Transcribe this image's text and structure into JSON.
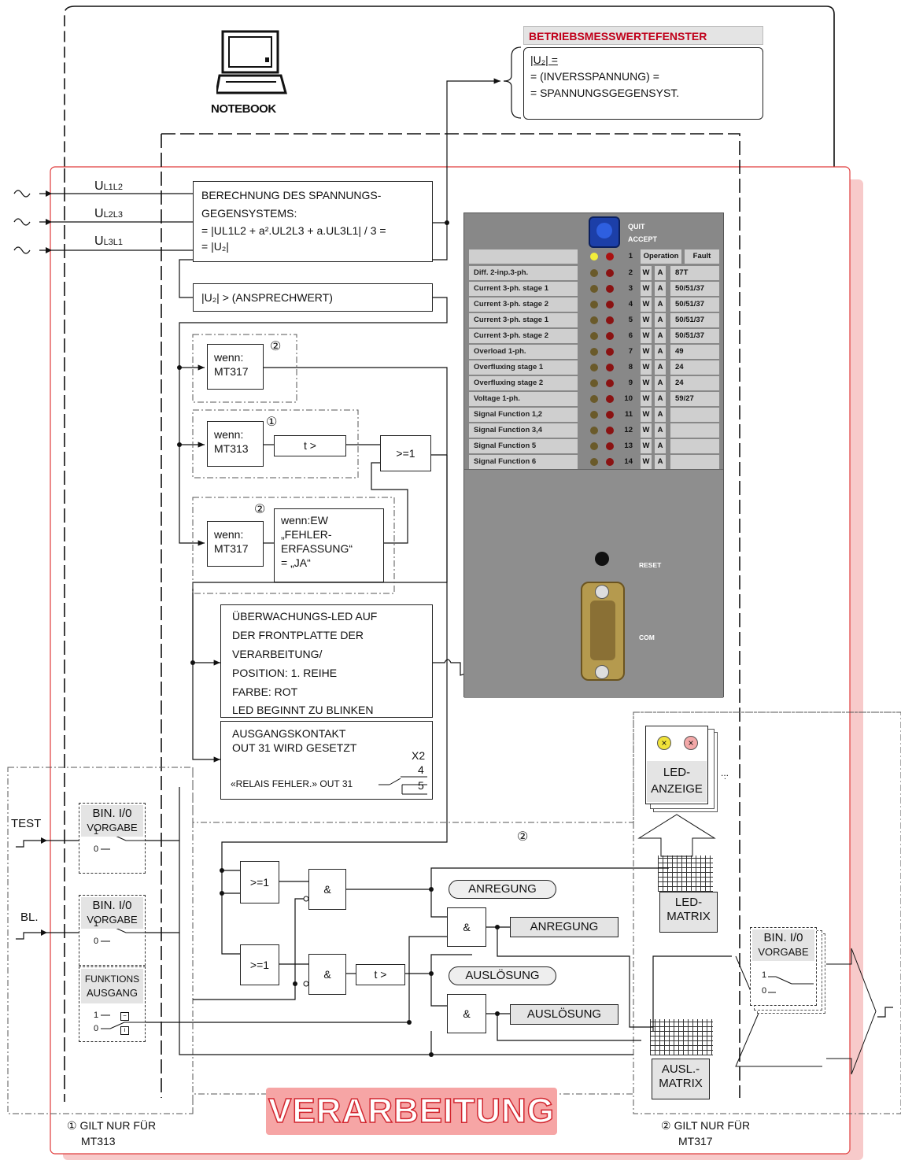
{
  "notebook": {
    "label": "NOTEBOOK"
  },
  "window_box": {
    "title": "BETRIEBSMESSWERTEFENSTER",
    "line1": "|U₂| =",
    "line2": "= (INVERSSPANNUNG) =",
    "line3": "= SPANNUNGSGEGENSYST."
  },
  "inputs": [
    {
      "label": "UL1L2",
      "main": "U",
      "sub": "L1L2"
    },
    {
      "label": "UL2L3",
      "main": "U",
      "sub": "L2L3"
    },
    {
      "label": "UL3L1",
      "main": "U",
      "sub": "L3L1"
    }
  ],
  "calc_box": {
    "line1": "BERECHNUNG DES SPANNUNGS-",
    "line2": "GEGENSYSTEMS:",
    "line3": "= |UL1L2 + a².UL2L3 + a.UL3L1| / 3 =",
    "line4": "= |U₂|"
  },
  "threshold_box": {
    "text": "|U₂| > (ANSPRECHWERT)"
  },
  "cond_blocks": {
    "wenn_label": "wenn:",
    "mt317": "MT317",
    "mt313": "MT313",
    "timer": "t >",
    "or_gate": ">=1",
    "ew_line1": "wenn:EW",
    "ew_line2": "„FEHLER-",
    "ew_line3": "ERFASSUNG“",
    "ew_line4": "= „JA“"
  },
  "led_box": {
    "line1": "ÜBERWACHUNGS-LED AUF",
    "line2": "DER FRONTPLATTE DER",
    "line3": "VERARBEITUNG/",
    "line4": "POSITION: 1. REIHE",
    "line5": "FARBE: ROT",
    "line6": "LED BEGINNT ZU BLINKEN"
  },
  "out_box": {
    "line1": "AUSGANGSKONTAKT",
    "line2": "OUT 31 WIRD GESETZT",
    "relay": "«RELAIS FEHLER.»  OUT 31",
    "x2": "X2",
    "pin4": "4",
    "pin5": "5"
  },
  "device_panel": {
    "quit": "QUIT",
    "accept": "ACCEPT",
    "header_num": "1",
    "header_operation": "Operation",
    "header_fault": "Fault",
    "reset": "RESET",
    "com": "COM",
    "rows": [
      {
        "label": "Diff. 2-inp.3-ph.",
        "num": "2",
        "w": "W",
        "a": "A",
        "fault": "87T"
      },
      {
        "label": "Current 3-ph. stage 1",
        "num": "3",
        "w": "W",
        "a": "A",
        "fault": "50/51/37"
      },
      {
        "label": "Current 3-ph. stage 2",
        "num": "4",
        "w": "W",
        "a": "A",
        "fault": "50/51/37"
      },
      {
        "label": "Current 3-ph. stage 1",
        "num": "5",
        "w": "W",
        "a": "A",
        "fault": "50/51/37"
      },
      {
        "label": "Current 3-ph. stage 2",
        "num": "6",
        "w": "W",
        "a": "A",
        "fault": "50/51/37"
      },
      {
        "label": "Overload 1-ph.",
        "num": "7",
        "w": "W",
        "a": "A",
        "fault": "49"
      },
      {
        "label": "Overfluxing stage 1",
        "num": "8",
        "w": "W",
        "a": "A",
        "fault": "24"
      },
      {
        "label": "Overfluxing stage 2",
        "num": "9",
        "w": "W",
        "a": "A",
        "fault": "24"
      },
      {
        "label": "Voltage 1-ph.",
        "num": "10",
        "w": "W",
        "a": "A",
        "fault": "59/27"
      },
      {
        "label": "Signal Function 1,2",
        "num": "11",
        "w": "W",
        "a": "A",
        "fault": ""
      },
      {
        "label": "Signal Function 3,4",
        "num": "12",
        "w": "W",
        "a": "A",
        "fault": ""
      },
      {
        "label": "Signal Function 5",
        "num": "13",
        "w": "W",
        "a": "A",
        "fault": ""
      },
      {
        "label": "Signal Function 6",
        "num": "14",
        "w": "W",
        "a": "A",
        "fault": ""
      }
    ]
  },
  "led_display": {
    "line1": "LED-",
    "line2": "ANZEIGE",
    "dots": "..."
  },
  "left_panel": {
    "test": "TEST",
    "bl": "BL.",
    "bin1_line1": "BIN. I/0",
    "bin1_line2": "VORGABE",
    "bin2_line1": "BIN. I/0",
    "bin2_line2": "VORGABE",
    "func_line1": "FUNKTIONS",
    "func_line2": "AUSGANG",
    "one": "1",
    "zero": "0"
  },
  "logic": {
    "or1": ">=1",
    "or2": ">=1",
    "and1": "&",
    "and2": "&",
    "and3": "&",
    "and4": "&",
    "timer": "t >",
    "anregung": "ANREGUNG",
    "anregung_box": "ANREGUNG",
    "ausloesung": "AUSLÖSUNG",
    "ausloesung_box": "AUSLÖSUNG"
  },
  "matrices": {
    "led_line1": "LED-",
    "led_line2": "MATRIX",
    "ausl_line1": "AUSL.-",
    "ausl_line2": "MATRIX"
  },
  "right_bin": {
    "line1": "BIN. I/0",
    "line2": "VORGABE",
    "one": "1",
    "zero": "0"
  },
  "footer": {
    "title": "VERARBEITUNG",
    "note1_line1": "① GILT NUR FÜR",
    "note1_line2": "MT313",
    "note2_line1": "② GILT NUR FÜR",
    "note2_line2": "MT317",
    "mark1": "①",
    "mark2": "②"
  }
}
